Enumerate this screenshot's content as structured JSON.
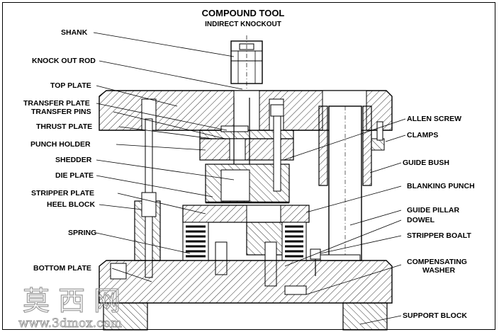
{
  "title": "COMPOUND TOOL",
  "subtitle": "INDIRECT KNOCKOUT",
  "labels_left": {
    "shank": "SHANK",
    "knock_out_rod": "KNOCK OUT ROD",
    "top_plate": "TOP PLATE",
    "transfer_plate": "TRANSFER PLATE",
    "transfer_pins": "TRANSFER PINS",
    "thrust_plate": "THRUST PLATE",
    "punch_holder": "PUNCH HOLDER",
    "shedder": "SHEDDER",
    "die_plate": "DIE PLATE",
    "stripper_plate": "STRIPPER PLATE",
    "heel_block": "HEEL BLOCK",
    "spring": "SPRING",
    "bottom_plate": "BOTTOM PLATE"
  },
  "labels_right": {
    "allen_screw": "ALLEN SCREW",
    "clamps": "CLAMPS",
    "guide_bush": "GUIDE BUSH",
    "blanking_punch": "BLANKING PUNCH",
    "guide_pillar": "GUIDE PILLAR",
    "dowel": "DOWEL",
    "stripper_boalt": "STRIPPER BOALT",
    "compensating_1": "COMPENSATING",
    "compensating_2": "WASHER",
    "support_block": "SUPPORT BLOCK"
  },
  "watermark": {
    "chinese": "莫 西 网",
    "url": "www.3dmox.com"
  }
}
